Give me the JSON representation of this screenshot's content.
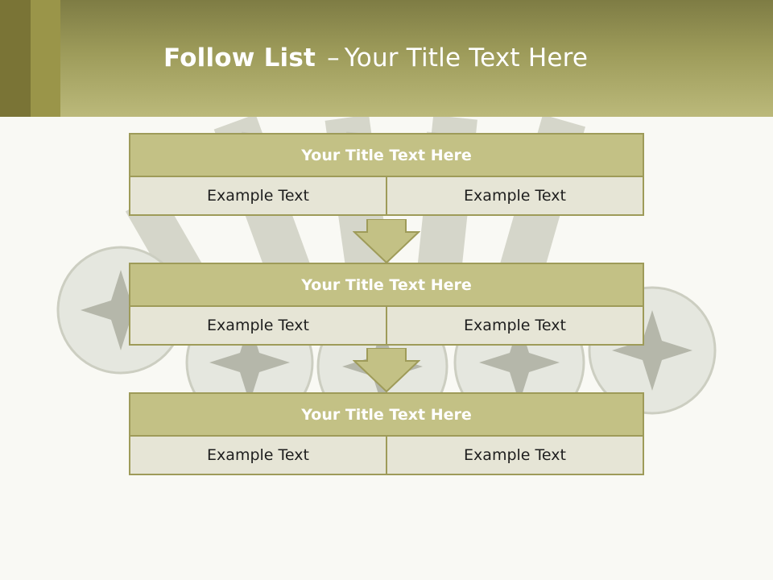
{
  "header": {
    "title_bold": "Follow List",
    "title_separator": "–",
    "title_rest": "Your Title Text Here"
  },
  "blocks": [
    {
      "title": "Your Title Text Here",
      "left": "Example Text",
      "right": "Example Text"
    },
    {
      "title": "Your Title Text Here",
      "left": "Example Text",
      "right": "Example Text"
    },
    {
      "title": "Your Title Text Here",
      "left": "Example Text",
      "right": "Example Text"
    }
  ],
  "colors": {
    "header_dark": "#7e7c44",
    "header_light": "#bbb97a",
    "block_title_fill": "#c3c185",
    "block_cell_fill": "#e6e5d6",
    "block_border": "#9e9b59"
  }
}
